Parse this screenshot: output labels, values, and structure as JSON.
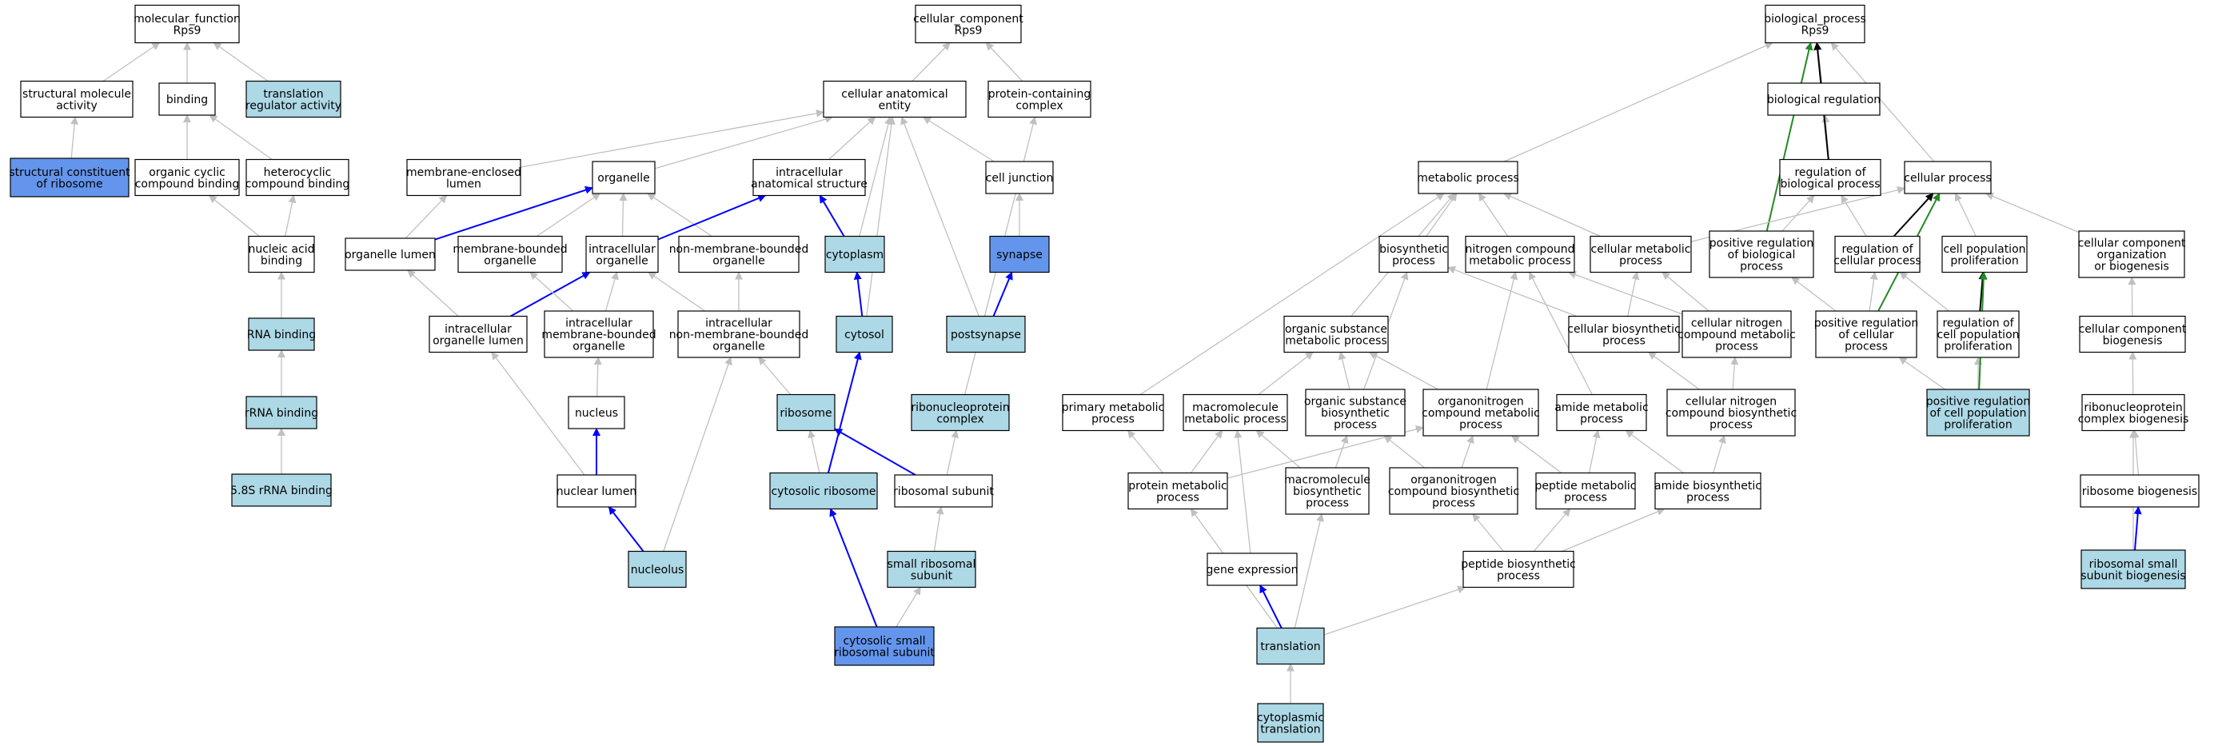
{
  "colors": {
    "plain": "#ffffff",
    "light": "#add8e6",
    "dark": "#6495ed",
    "edge_gray": "#c0c0c0",
    "edge_blue": "#0000ff",
    "edge_green": "#228b22",
    "edge_black": "#000000"
  },
  "nodes": [
    {
      "id": "mf",
      "lines": [
        "molecular_function",
        "Rps9"
      ],
      "fill": "plain"
    },
    {
      "id": "sma",
      "lines": [
        "structural molecule",
        "activity"
      ],
      "fill": "plain"
    },
    {
      "id": "binding",
      "lines": [
        "binding"
      ],
      "fill": "plain"
    },
    {
      "id": "tra",
      "lines": [
        "translation",
        "regulator activity"
      ],
      "fill": "light"
    },
    {
      "id": "scr",
      "lines": [
        "structural constituent",
        "of ribosome"
      ],
      "fill": "dark"
    },
    {
      "id": "occb",
      "lines": [
        "organic cyclic",
        "compound binding"
      ],
      "fill": "plain"
    },
    {
      "id": "hcb",
      "lines": [
        "heterocyclic",
        "compound binding"
      ],
      "fill": "plain"
    },
    {
      "id": "nab",
      "lines": [
        "nucleic acid",
        "binding"
      ],
      "fill": "plain"
    },
    {
      "id": "rnab",
      "lines": [
        "RNA binding"
      ],
      "fill": "light"
    },
    {
      "id": "rrnab",
      "lines": [
        "rRNA binding"
      ],
      "fill": "light"
    },
    {
      "id": "r58s",
      "lines": [
        "5.8S rRNA binding"
      ],
      "fill": "light"
    },
    {
      "id": "cc",
      "lines": [
        "cellular_component",
        "Rps9"
      ],
      "fill": "plain"
    },
    {
      "id": "cae",
      "lines": [
        "cellular anatomical",
        "entity"
      ],
      "fill": "plain"
    },
    {
      "id": "pcc",
      "lines": [
        "protein-containing",
        "complex"
      ],
      "fill": "plain"
    },
    {
      "id": "mel",
      "lines": [
        "membrane-enclosed",
        "lumen"
      ],
      "fill": "plain"
    },
    {
      "id": "organelle",
      "lines": [
        "organelle"
      ],
      "fill": "plain"
    },
    {
      "id": "ias",
      "lines": [
        "intracellular",
        "anatomical structure"
      ],
      "fill": "plain"
    },
    {
      "id": "cj",
      "lines": [
        "cell junction"
      ],
      "fill": "plain"
    },
    {
      "id": "ol",
      "lines": [
        "organelle lumen"
      ],
      "fill": "plain"
    },
    {
      "id": "mbo",
      "lines": [
        "membrane-bounded",
        "organelle"
      ],
      "fill": "plain"
    },
    {
      "id": "io",
      "lines": [
        "intracellular",
        "organelle"
      ],
      "fill": "plain"
    },
    {
      "id": "nmbo",
      "lines": [
        "non-membrane-bounded",
        "organelle"
      ],
      "fill": "plain"
    },
    {
      "id": "cytoplasm",
      "lines": [
        "cytoplasm"
      ],
      "fill": "light"
    },
    {
      "id": "synapse",
      "lines": [
        "synapse"
      ],
      "fill": "dark"
    },
    {
      "id": "iol",
      "lines": [
        "intracellular",
        "organelle lumen"
      ],
      "fill": "plain"
    },
    {
      "id": "imbo",
      "lines": [
        "intracellular",
        "membrane-bounded",
        "organelle"
      ],
      "fill": "plain"
    },
    {
      "id": "inmbo",
      "lines": [
        "intracellular",
        "non-membrane-bounded",
        "organelle"
      ],
      "fill": "plain"
    },
    {
      "id": "cytosol",
      "lines": [
        "cytosol"
      ],
      "fill": "light"
    },
    {
      "id": "postsynapse",
      "lines": [
        "postsynapse"
      ],
      "fill": "light"
    },
    {
      "id": "nucleus",
      "lines": [
        "nucleus"
      ],
      "fill": "plain"
    },
    {
      "id": "ribosome",
      "lines": [
        "ribosome"
      ],
      "fill": "light"
    },
    {
      "id": "rnp",
      "lines": [
        "ribonucleoprotein",
        "complex"
      ],
      "fill": "light"
    },
    {
      "id": "nl",
      "lines": [
        "nuclear lumen"
      ],
      "fill": "plain"
    },
    {
      "id": "cribo",
      "lines": [
        "cytosolic ribosome"
      ],
      "fill": "light"
    },
    {
      "id": "rsu",
      "lines": [
        "ribosomal subunit"
      ],
      "fill": "plain"
    },
    {
      "id": "nucleolus",
      "lines": [
        "nucleolus"
      ],
      "fill": "light"
    },
    {
      "id": "srsu",
      "lines": [
        "small ribosomal",
        "subunit"
      ],
      "fill": "light"
    },
    {
      "id": "csrsu",
      "lines": [
        "cytosolic small",
        "ribosomal subunit"
      ],
      "fill": "dark"
    },
    {
      "id": "bp",
      "lines": [
        "biological_process",
        "Rps9"
      ],
      "fill": "plain"
    },
    {
      "id": "breg",
      "lines": [
        "biological regulation"
      ],
      "fill": "plain"
    },
    {
      "id": "mp",
      "lines": [
        "metabolic process"
      ],
      "fill": "plain"
    },
    {
      "id": "robp",
      "lines": [
        "regulation of",
        "biological process"
      ],
      "fill": "plain"
    },
    {
      "id": "cp",
      "lines": [
        "cellular process"
      ],
      "fill": "plain"
    },
    {
      "id": "biosyn",
      "lines": [
        "biosynthetic",
        "process"
      ],
      "fill": "plain"
    },
    {
      "id": "ncmp",
      "lines": [
        "nitrogen compound",
        "metabolic process"
      ],
      "fill": "plain"
    },
    {
      "id": "cmp",
      "lines": [
        "cellular metabolic",
        "process"
      ],
      "fill": "plain"
    },
    {
      "id": "prbp",
      "lines": [
        "positive regulation",
        "of biological",
        "process"
      ],
      "fill": "plain"
    },
    {
      "id": "rcp",
      "lines": [
        "regulation of",
        "cellular process"
      ],
      "fill": "plain"
    },
    {
      "id": "cpp",
      "lines": [
        "cell population",
        "proliferation"
      ],
      "fill": "plain"
    },
    {
      "id": "ccob",
      "lines": [
        "cellular component",
        "organization",
        "or biogenesis"
      ],
      "fill": "plain"
    },
    {
      "id": "osmp",
      "lines": [
        "organic substance",
        "metabolic process"
      ],
      "fill": "plain"
    },
    {
      "id": "cbp",
      "lines": [
        "cellular biosynthetic",
        "process"
      ],
      "fill": "plain"
    },
    {
      "id": "cncmp",
      "lines": [
        "cellular nitrogen",
        "compound metabolic",
        "process"
      ],
      "fill": "plain"
    },
    {
      "id": "prcp",
      "lines": [
        "positive regulation",
        "of cellular",
        "process"
      ],
      "fill": "plain"
    },
    {
      "id": "rcpp",
      "lines": [
        "regulation of",
        "cell population",
        "proliferation"
      ],
      "fill": "plain"
    },
    {
      "id": "ccb",
      "lines": [
        "cellular component",
        "biogenesis"
      ],
      "fill": "plain"
    },
    {
      "id": "pmp",
      "lines": [
        "primary metabolic",
        "process"
      ],
      "fill": "plain"
    },
    {
      "id": "mmp",
      "lines": [
        "macromolecule",
        "metabolic process"
      ],
      "fill": "plain"
    },
    {
      "id": "osbp",
      "lines": [
        "organic substance",
        "biosynthetic",
        "process"
      ],
      "fill": "plain"
    },
    {
      "id": "oncmp",
      "lines": [
        "organonitrogen",
        "compound metabolic",
        "process"
      ],
      "fill": "plain"
    },
    {
      "id": "amp",
      "lines": [
        "amide metabolic",
        "process"
      ],
      "fill": "plain"
    },
    {
      "id": "cncbp",
      "lines": [
        "cellular nitrogen",
        "compound biosynthetic",
        "process"
      ],
      "fill": "plain"
    },
    {
      "id": "prcpp",
      "lines": [
        "positive regulation",
        "of cell population",
        "proliferation"
      ],
      "fill": "light"
    },
    {
      "id": "rnpcb",
      "lines": [
        "ribonucleoprotein",
        "complex biogenesis"
      ],
      "fill": "plain"
    },
    {
      "id": "protmp",
      "lines": [
        "protein metabolic",
        "process"
      ],
      "fill": "plain"
    },
    {
      "id": "mbp",
      "lines": [
        "macromolecule",
        "biosynthetic",
        "process"
      ],
      "fill": "plain"
    },
    {
      "id": "oncbp",
      "lines": [
        "organonitrogen",
        "compound biosynthetic",
        "process"
      ],
      "fill": "plain"
    },
    {
      "id": "pepmp",
      "lines": [
        "peptide metabolic",
        "process"
      ],
      "fill": "plain"
    },
    {
      "id": "abp",
      "lines": [
        "amide biosynthetic",
        "process"
      ],
      "fill": "plain"
    },
    {
      "id": "ribog",
      "lines": [
        "ribosome biogenesis"
      ],
      "fill": "plain"
    },
    {
      "id": "ge",
      "lines": [
        "gene expression"
      ],
      "fill": "plain"
    },
    {
      "id": "pbp",
      "lines": [
        "peptide biosynthetic",
        "process"
      ],
      "fill": "plain"
    },
    {
      "id": "rssb",
      "lines": [
        "ribosomal small",
        "subunit biogenesis"
      ],
      "fill": "light"
    },
    {
      "id": "translation",
      "lines": [
        "translation"
      ],
      "fill": "light"
    },
    {
      "id": "ctrans",
      "lines": [
        "cytoplasmic",
        "translation"
      ],
      "fill": "light"
    }
  ],
  "edges": [
    [
      "sma",
      "mf",
      "gray"
    ],
    [
      "binding",
      "mf",
      "gray"
    ],
    [
      "tra",
      "mf",
      "gray"
    ],
    [
      "scr",
      "sma",
      "gray"
    ],
    [
      "occb",
      "binding",
      "gray"
    ],
    [
      "hcb",
      "binding",
      "gray"
    ],
    [
      "nab",
      "occb",
      "gray"
    ],
    [
      "nab",
      "hcb",
      "gray"
    ],
    [
      "rnab",
      "nab",
      "gray"
    ],
    [
      "rrnab",
      "rnab",
      "gray"
    ],
    [
      "r58s",
      "rrnab",
      "gray"
    ],
    [
      "cae",
      "cc",
      "gray"
    ],
    [
      "pcc",
      "cc",
      "gray"
    ],
    [
      "mel",
      "cae",
      "gray"
    ],
    [
      "organelle",
      "cae",
      "gray"
    ],
    [
      "ias",
      "cae",
      "gray"
    ],
    [
      "cj",
      "cae",
      "gray"
    ],
    [
      "cytoplasm",
      "cae",
      "gray"
    ],
    [
      "cytosol",
      "cae",
      "gray"
    ],
    [
      "postsynapse",
      "cae",
      "gray"
    ],
    [
      "ol",
      "mel",
      "gray"
    ],
    [
      "ol",
      "organelle",
      "blue"
    ],
    [
      "mbo",
      "organelle",
      "gray"
    ],
    [
      "io",
      "organelle",
      "gray"
    ],
    [
      "nmbo",
      "organelle",
      "gray"
    ],
    [
      "io",
      "ias",
      "blue"
    ],
    [
      "cytoplasm",
      "ias",
      "blue"
    ],
    [
      "synapse",
      "cj",
      "gray"
    ],
    [
      "iol",
      "ol",
      "gray"
    ],
    [
      "iol",
      "io",
      "blue"
    ],
    [
      "imbo",
      "mbo",
      "gray"
    ],
    [
      "imbo",
      "io",
      "gray"
    ],
    [
      "inmbo",
      "io",
      "gray"
    ],
    [
      "inmbo",
      "nmbo",
      "gray"
    ],
    [
      "cytosol",
      "cytoplasm",
      "blue"
    ],
    [
      "postsynapse",
      "synapse",
      "blue"
    ],
    [
      "nucleus",
      "imbo",
      "gray"
    ],
    [
      "ribosome",
      "inmbo",
      "gray"
    ],
    [
      "rnp",
      "pcc",
      "gray"
    ],
    [
      "nl",
      "iol",
      "gray"
    ],
    [
      "nl",
      "nucleus",
      "blue"
    ],
    [
      "cribo",
      "ribosome",
      "gray"
    ],
    [
      "cribo",
      "cytosol",
      "blue"
    ],
    [
      "rsu",
      "ribosome",
      "blue"
    ],
    [
      "rsu",
      "rnp",
      "gray"
    ],
    [
      "nucleolus",
      "nl",
      "blue"
    ],
    [
      "nucleolus",
      "inmbo",
      "gray"
    ],
    [
      "srsu",
      "rsu",
      "gray"
    ],
    [
      "csrsu",
      "srsu",
      "gray"
    ],
    [
      "csrsu",
      "cribo",
      "blue"
    ],
    [
      "breg",
      "bp",
      "gray"
    ],
    [
      "mp",
      "bp",
      "gray"
    ],
    [
      "cp",
      "bp",
      "gray"
    ],
    [
      "robp",
      "breg",
      "gray"
    ],
    [
      "robp",
      "bp",
      "black"
    ],
    [
      "prbp",
      "bp",
      "green"
    ],
    [
      "biosyn",
      "mp",
      "gray"
    ],
    [
      "ncmp",
      "mp",
      "gray"
    ],
    [
      "cmp",
      "mp",
      "gray"
    ],
    [
      "cmp",
      "cp",
      "gray"
    ],
    [
      "osmp",
      "mp",
      "gray"
    ],
    [
      "pmp",
      "mp",
      "gray"
    ],
    [
      "prbp",
      "robp",
      "gray"
    ],
    [
      "rcp",
      "robp",
      "gray"
    ],
    [
      "rcp",
      "cp",
      "black"
    ],
    [
      "cpp",
      "cp",
      "gray"
    ],
    [
      "ccob",
      "cp",
      "gray"
    ],
    [
      "cbp",
      "biosyn",
      "gray"
    ],
    [
      "cbp",
      "cmp",
      "gray"
    ],
    [
      "cncmp",
      "ncmp",
      "gray"
    ],
    [
      "cncmp",
      "cmp",
      "gray"
    ],
    [
      "prcp",
      "rcp",
      "gray"
    ],
    [
      "prcp",
      "prbp",
      "gray"
    ],
    [
      "prcp",
      "cp",
      "green"
    ],
    [
      "rcpp",
      "rcp",
      "gray"
    ],
    [
      "rcpp",
      "cpp",
      "black"
    ],
    [
      "ccb",
      "ccob",
      "gray"
    ],
    [
      "mmp",
      "osmp",
      "gray"
    ],
    [
      "osbp",
      "osmp",
      "gray"
    ],
    [
      "osbp",
      "biosyn",
      "gray"
    ],
    [
      "oncmp",
      "osmp",
      "gray"
    ],
    [
      "oncmp",
      "ncmp",
      "gray"
    ],
    [
      "amp",
      "ncmp",
      "gray"
    ],
    [
      "cncbp",
      "cbp",
      "gray"
    ],
    [
      "cncbp",
      "cncmp",
      "gray"
    ],
    [
      "prcpp",
      "rcpp",
      "gray"
    ],
    [
      "prcpp",
      "prcp",
      "gray"
    ],
    [
      "prcpp",
      "cpp",
      "green"
    ],
    [
      "rnpcb",
      "ccb",
      "gray"
    ],
    [
      "protmp",
      "pmp",
      "gray"
    ],
    [
      "protmp",
      "mmp",
      "gray"
    ],
    [
      "protmp",
      "oncmp",
      "gray"
    ],
    [
      "mbp",
      "mmp",
      "gray"
    ],
    [
      "mbp",
      "osbp",
      "gray"
    ],
    [
      "oncbp",
      "oncmp",
      "gray"
    ],
    [
      "oncbp",
      "osbp",
      "gray"
    ],
    [
      "pepmp",
      "amp",
      "gray"
    ],
    [
      "pepmp",
      "oncmp",
      "gray"
    ],
    [
      "abp",
      "amp",
      "gray"
    ],
    [
      "abp",
      "cncbp",
      "gray"
    ],
    [
      "ribog",
      "rnpcb",
      "gray"
    ],
    [
      "ge",
      "mmp",
      "gray"
    ],
    [
      "pbp",
      "pepmp",
      "gray"
    ],
    [
      "pbp",
      "abp",
      "gray"
    ],
    [
      "pbp",
      "oncbp",
      "gray"
    ],
    [
      "rssb",
      "ribog",
      "blue"
    ],
    [
      "rssb",
      "rnpcb",
      "gray"
    ],
    [
      "translation",
      "ge",
      "blue"
    ],
    [
      "translation",
      "protmp",
      "gray"
    ],
    [
      "translation",
      "mbp",
      "gray"
    ],
    [
      "translation",
      "pbp",
      "gray"
    ],
    [
      "ctrans",
      "translation",
      "gray"
    ]
  ]
}
